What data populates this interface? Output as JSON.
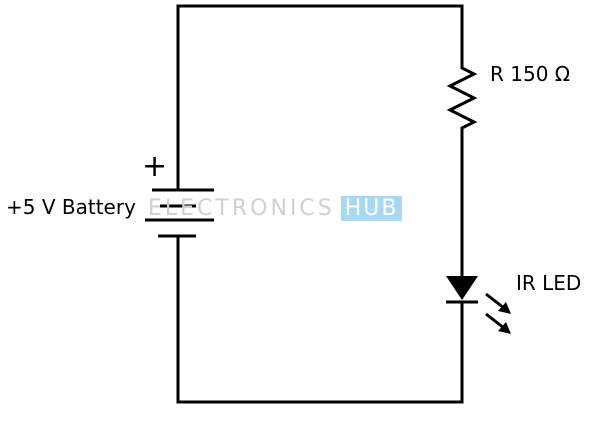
{
  "battery_label": "+5 V Battery",
  "battery_polarity": "+",
  "resistor_label": "R 150 Ω",
  "led_label": "IR LED",
  "watermark": {
    "text": "ELECTRONICS",
    "badge": "HUB",
    "text_color": "#d0d0d0",
    "badge_color": "#a9d8f2"
  },
  "wire_color": "#000000"
}
